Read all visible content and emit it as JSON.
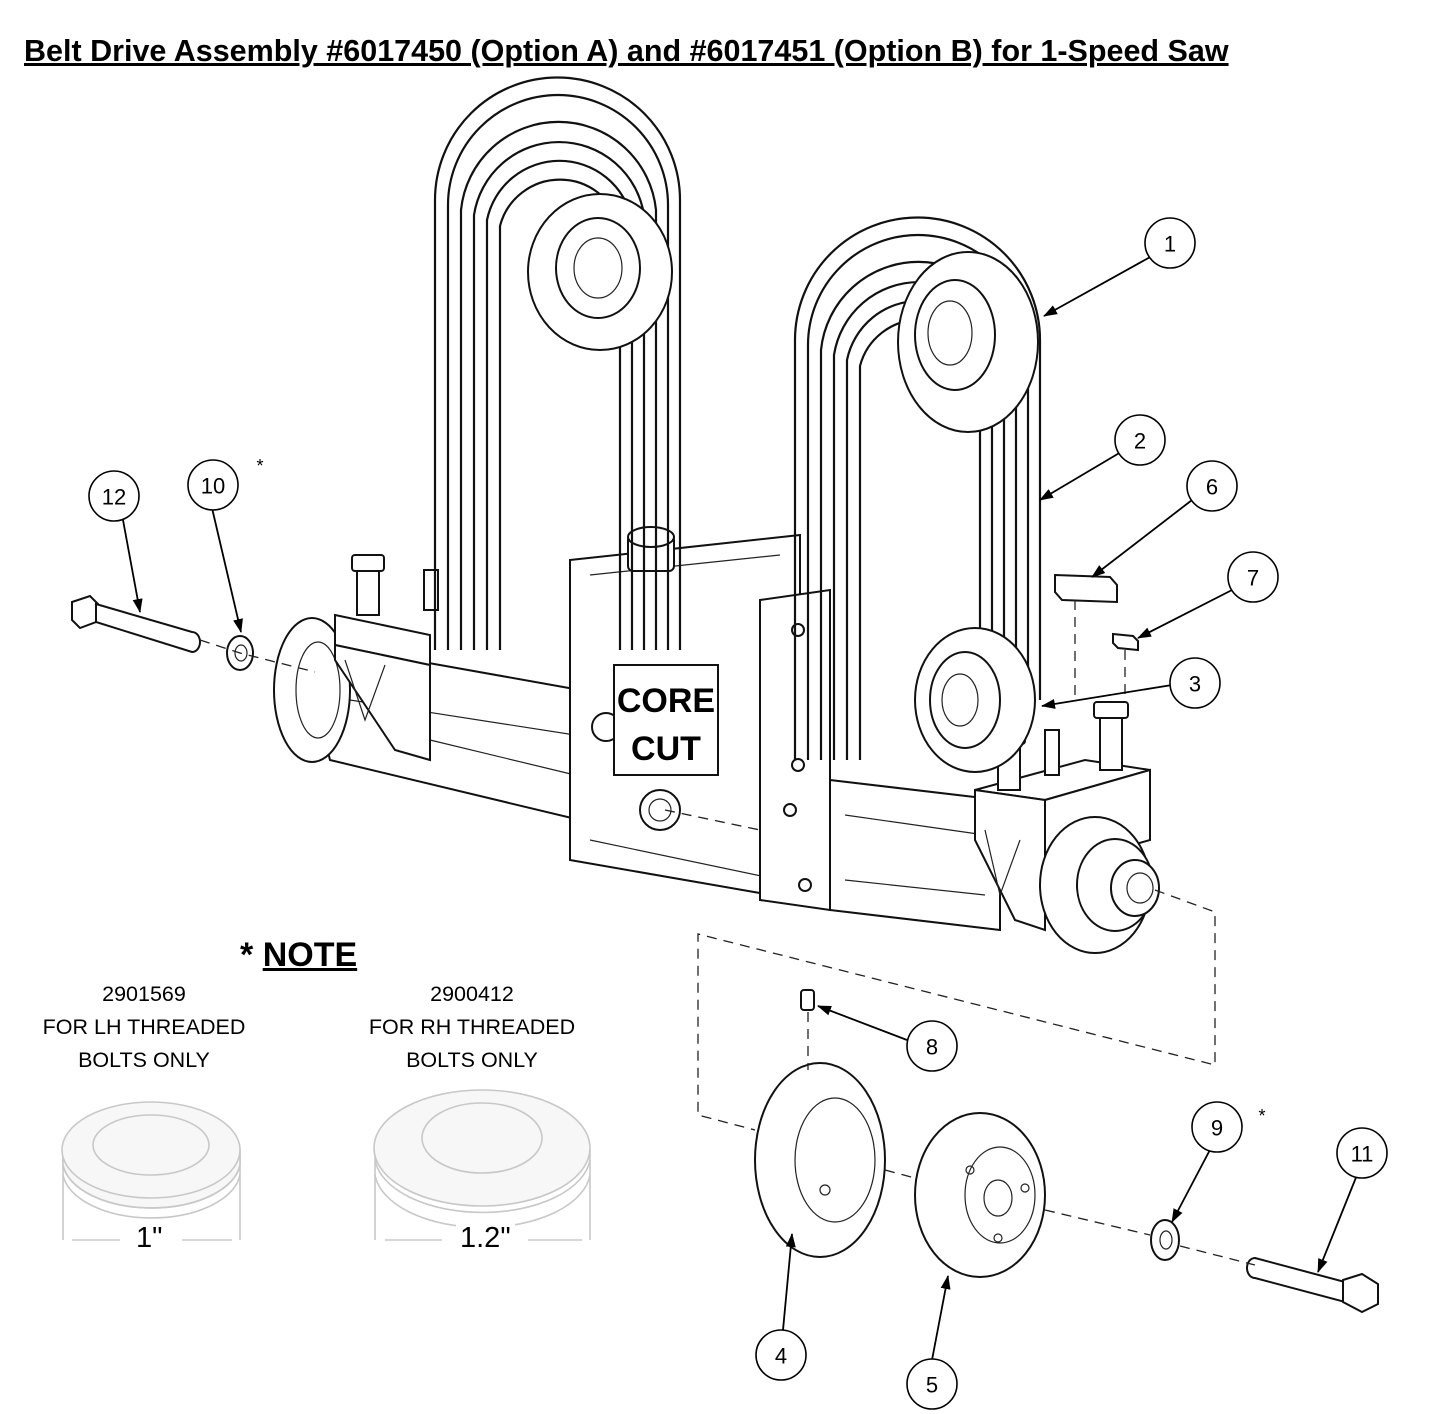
{
  "title": "Belt Drive Assembly #6017450 (Option A) and #6017451 (Option B) for 1-Speed Saw",
  "logo": {
    "line1": "CORE",
    "line2": "CUT"
  },
  "callouts": {
    "c1": "1",
    "c2": "2",
    "c3": "3",
    "c4": "4",
    "c5": "5",
    "c6": "6",
    "c7": "7",
    "c8": "8",
    "c9": "9",
    "c10": "10",
    "c11": "11",
    "c12": "12"
  },
  "asterisks": {
    "a10": "*",
    "a9": "*"
  },
  "note": {
    "star": "* ",
    "heading": "NOTE",
    "left": {
      "part": "2901569",
      "line1": "FOR LH THREADED",
      "line2": "BOLTS ONLY",
      "dimension": "1\""
    },
    "right": {
      "part": "2900412",
      "line1": "FOR RH THREADED",
      "line2": "BOLTS ONLY",
      "dimension": "1.2\""
    }
  }
}
